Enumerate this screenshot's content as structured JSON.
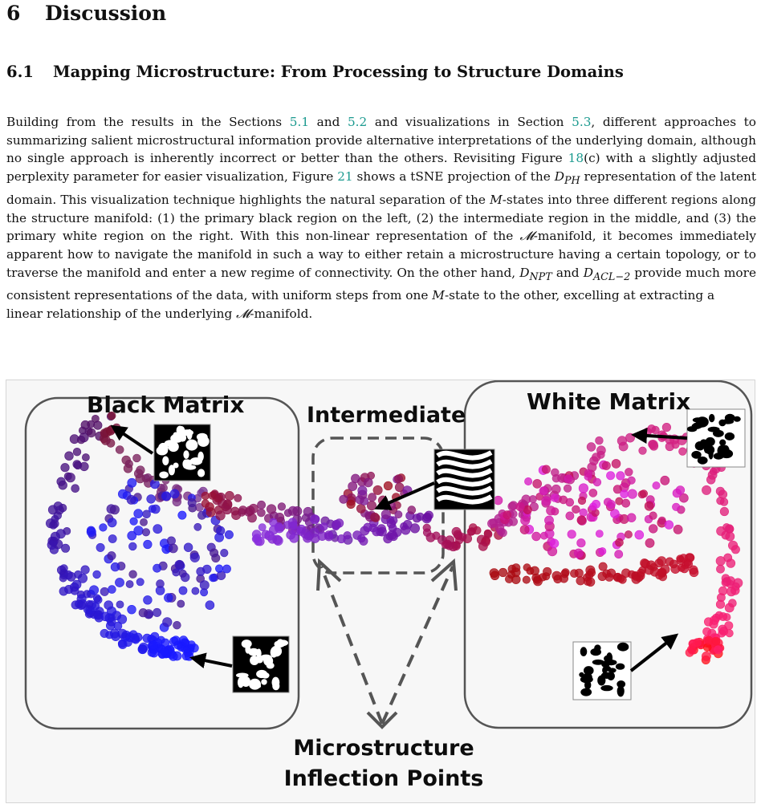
{
  "section": {
    "number": "6",
    "title": "Discussion"
  },
  "subsection": {
    "number": "6.1",
    "title": "Mapping Microstructure: From Processing to Structure Domains"
  },
  "paragraph": {
    "t1": "Building from the results in the Sections ",
    "r1": "5.1",
    "t2": " and ",
    "r2": "5.2",
    "t3": " and visualizations in Section ",
    "r3": "5.3",
    "t4": ", different approaches to summarizing salient microstructural information provide alternative interpretations of the underlying domain, although no single approach is inherently incorrect or better than the others. Revisiting Figure ",
    "r4": "18",
    "t5": "(c) with a slightly adjusted perplexity parameter for easier visualization, Figure ",
    "r5": "21",
    "t6": " shows a tSNE projection of the ",
    "m1": "D",
    "m1sub": "PH",
    "t7": " representation of the latent domain. This visualization technique highlights the natural separation of the ",
    "m2": "M",
    "t8": "-states into three different regions along the structure manifold: (1) the primary black region on the left, (2) the intermediate region in the middle, and (3) the primary white region on the right. With this non-linear representation of the ",
    "m3": "𝓜",
    "t9": "-manifold, it becomes immediately apparent how to navigate the manifold in such a way to either retain a microstructure having a certain topology, or to traverse the manifold and enter a new regime of connectivity. On the other hand, ",
    "m4": "D",
    "m4sub": "NPT",
    "t10": " and ",
    "m5": "D",
    "m5sub": "ACL−2",
    "t11": " provide much more consistent representations of the data, with uniform steps from one ",
    "m6": "M",
    "t12": "-state to the other, excelling at extracting a",
    "t13": "linear relationship of the underlying ",
    "m7": "𝓜",
    "t14": "-manifold."
  },
  "figure": {
    "labels": {
      "black": "Black Matrix",
      "intermediate": "Intermediate",
      "white": "White Matrix",
      "inflection_line1": "Microstructure",
      "inflection_line2": "Inflection Points"
    },
    "colors": {
      "black_region": "#1a1aff",
      "intermediate_region": "#7a1aa0",
      "white_region": "#ff1f6e",
      "dark_red": "#a01020",
      "magenta": "#e020e8"
    }
  }
}
